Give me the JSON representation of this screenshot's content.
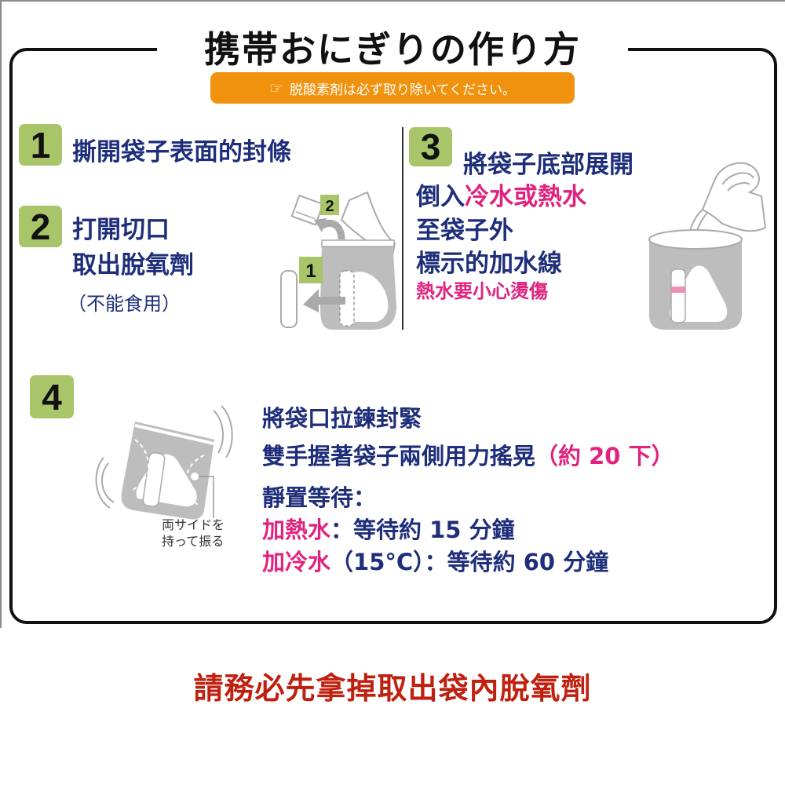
{
  "header": {
    "title": "携帯おにぎりの作り方",
    "banner": {
      "icon": "pointing-hand-icon",
      "text": "脱酸素剤は必ず取り除いてください。"
    }
  },
  "steps": [
    {
      "number": "1",
      "lines": [
        "撕開袋子表面的封條"
      ]
    },
    {
      "number": "2",
      "lines": [
        "打開切口",
        "取出脫氧劑",
        "（不能食用）"
      ],
      "illustration_labels": [
        "2",
        "1"
      ]
    },
    {
      "number": "3",
      "title": "將袋子底部展開",
      "line2_prefix": "倒入",
      "line2_highlight": "冷水或熱水",
      "line3": "至袋子外",
      "line4": "標示的加水線",
      "warning": "熱水要小心燙傷"
    },
    {
      "number": "4",
      "illustration_note": [
        "両サイドを",
        "持って振る"
      ],
      "line1": "將袋口拉鍊封緊",
      "line2_main": "雙手握著袋子兩側用力搖晃",
      "line2_highlight": "（約 20 下）",
      "line3": "靜置等待：",
      "hot_label": "加熱水",
      "hot_text": "：等待約 15 分鐘",
      "cold_label": "加冷水",
      "cold_text": "（15°C）：等待約 60 分鐘"
    }
  ],
  "footer": {
    "warning": "請務必先拿掉取出袋內脫氧劑"
  },
  "colors": {
    "badge": "#A9C56A",
    "banner": "#F0920E",
    "navy_text": "#1E2E7A",
    "magenta_text": "#E0237E",
    "footer_red": "#C0200F"
  }
}
